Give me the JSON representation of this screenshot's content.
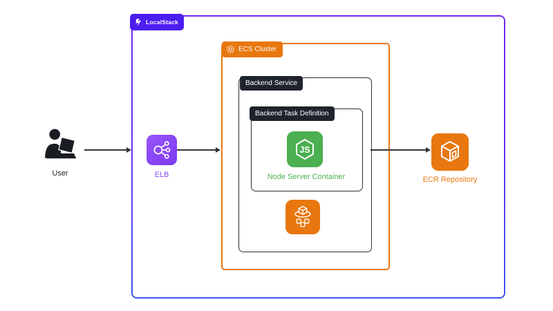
{
  "diagram": {
    "localstack": {
      "label": "LocalStack"
    },
    "ecs_cluster": {
      "label": "ECS Cluster"
    },
    "backend_service": {
      "label": "Backend Service"
    },
    "task_definition": {
      "label": "Backend Task Definition"
    },
    "nodes": {
      "user": {
        "label": "User"
      },
      "elb": {
        "label": "ELB"
      },
      "node_container": {
        "label": "Node Server Container"
      },
      "ecr": {
        "label": "ECR Repository"
      }
    },
    "icons": {
      "localstack_logo": "localstack-logo-icon",
      "ecs_cluster": "ecs-cluster-ring-icon",
      "nodejs": "nodejs-hexagon-icon",
      "ecs_service": "ecs-service-cube-icon",
      "elb": "elastic-load-balancer-icon",
      "ecr": "container-registry-cube-icon",
      "user": "person-at-laptop-icon"
    },
    "colors": {
      "localstack_purple": "#4c1ef0",
      "border_gradient_top": "#7128f2",
      "border_gradient_bottom": "#3f55ee",
      "aws_orange": "#e8770f",
      "node_green": "#4caf50",
      "elb_purple": "#8a4ff0",
      "dark_label": "#1f232c",
      "arrow": "#32363d"
    }
  }
}
